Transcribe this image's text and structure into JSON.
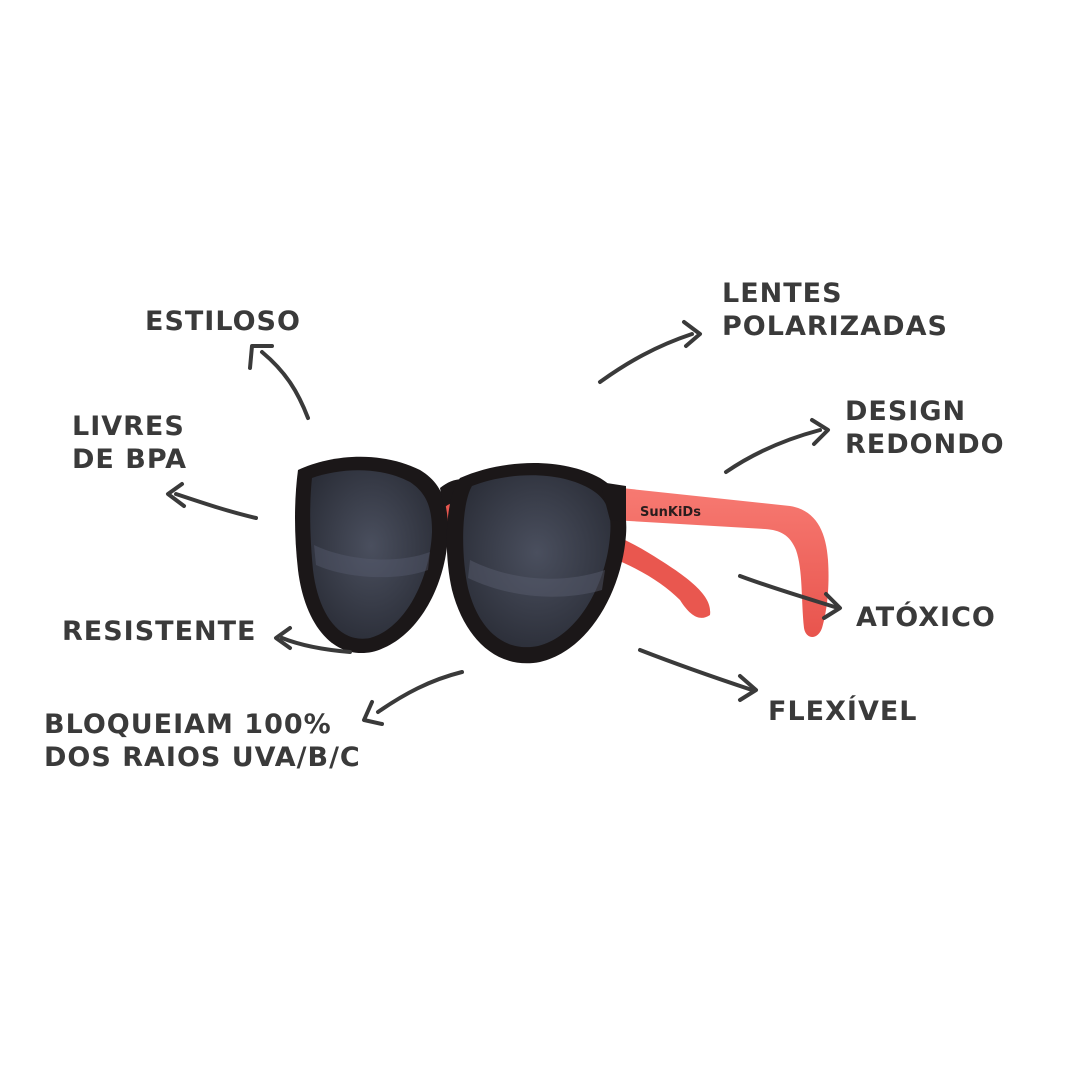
{
  "features": {
    "estiloso": "ESTILOSO",
    "lentes": [
      "LENTES",
      "POLARIZADAS"
    ],
    "livres": [
      "LIVRES",
      "DE BPA"
    ],
    "design": [
      "DESIGN",
      "REDONDO"
    ],
    "atoxico": "ATÓXICO",
    "resistente": "RESISTENTE",
    "flexivel": "FLEXÍVEL",
    "bloqueiam": [
      "BLOQUEIAM 100%",
      "DOS RAIOS UVA/B/C"
    ]
  },
  "brand_logo_text": "SunKiDs",
  "colors": {
    "text": "#3a3a3a",
    "frame": "#1b1718",
    "temple": "#f2665e",
    "lens": "#3b3f4c"
  },
  "icons": {
    "sunglasses": "sunglasses-product-photo",
    "arrows": "hand-drawn-arrow-icon"
  }
}
